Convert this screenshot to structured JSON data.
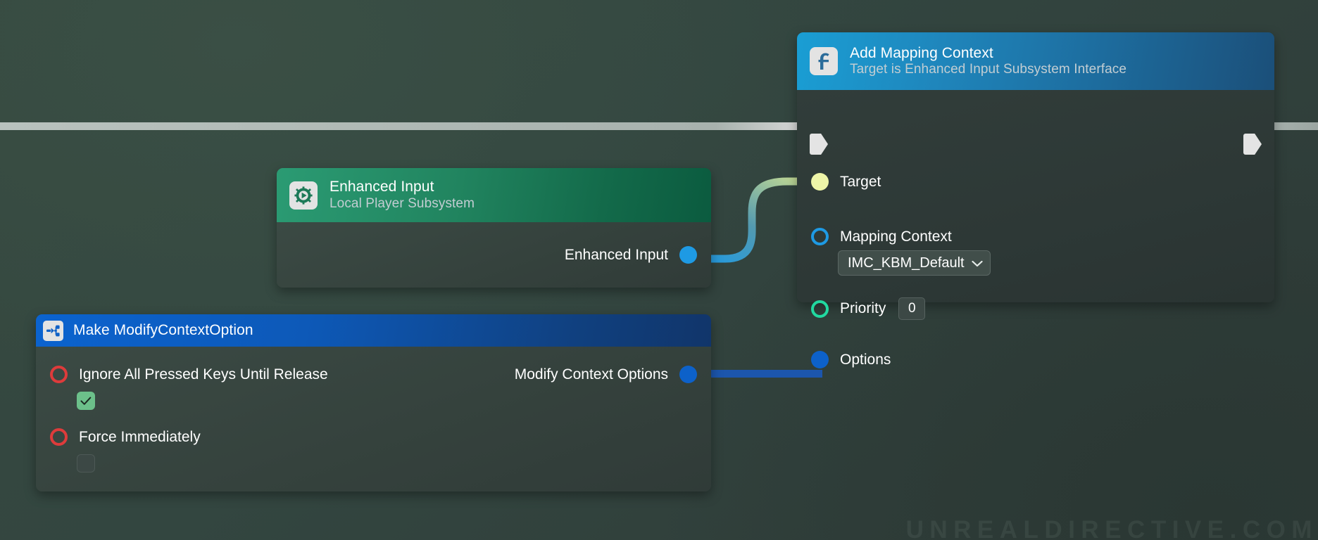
{
  "canvas": {
    "watermark": "UNREALDIRECTIVE.COM",
    "background_color": "#334640"
  },
  "nodes": {
    "add_mapping_context": {
      "icon": "function-f-icon",
      "title": "Add Mapping Context",
      "subtitle": "Target is Enhanced Input Subsystem Interface",
      "header_color": "#1a9ed4",
      "exec_in": "exec-in-pin",
      "exec_out": "exec-out-pin",
      "pins": [
        {
          "label": "Target",
          "pin_style": "filled-yellow",
          "pin_color": "#eef5a8"
        },
        {
          "label": "Mapping Context",
          "pin_style": "ring-blue",
          "pin_color": "#1e9ae4"
        },
        {
          "label": "Priority",
          "pin_style": "ring-teal",
          "pin_color": "#21d9a0"
        },
        {
          "label": "Options",
          "pin_style": "filled-blue",
          "pin_color": "#0d61c9"
        }
      ],
      "mapping_context_value": "IMC_KBM_Default",
      "priority_value": "0"
    },
    "enhanced_input": {
      "icon": "gear-icon",
      "title": "Enhanced Input",
      "subtitle": "Local Player Subsystem",
      "header_color": "#21845f",
      "output_pin_label": "Enhanced Input",
      "output_pin_color": "#1e9ae4"
    },
    "make_modify_context_option": {
      "icon": "make-struct-icon",
      "title": "Make ModifyContextOption",
      "header_color": "#0d59b8",
      "inputs": [
        {
          "label": "Ignore All Pressed Keys Until Release",
          "pin_color": "#de3b3b",
          "checked": true,
          "check_glyph": "✓"
        },
        {
          "label": "Force Immediately",
          "pin_color": "#de3b3b",
          "checked": false,
          "check_glyph": ""
        }
      ],
      "output_pin_label": "Modify Context Options",
      "output_pin_color": "#0d61c9"
    }
  },
  "wires": [
    {
      "name": "exec-wire-in",
      "color": "#9ba6a2"
    },
    {
      "name": "exec-wire-out",
      "color": "#9ba6a2"
    },
    {
      "name": "enhanced-input-to-target-wire",
      "from_color": "#1e9ae4",
      "to_color": "#d9e49b"
    },
    {
      "name": "options-wire",
      "color": "#1c56ad"
    }
  ]
}
